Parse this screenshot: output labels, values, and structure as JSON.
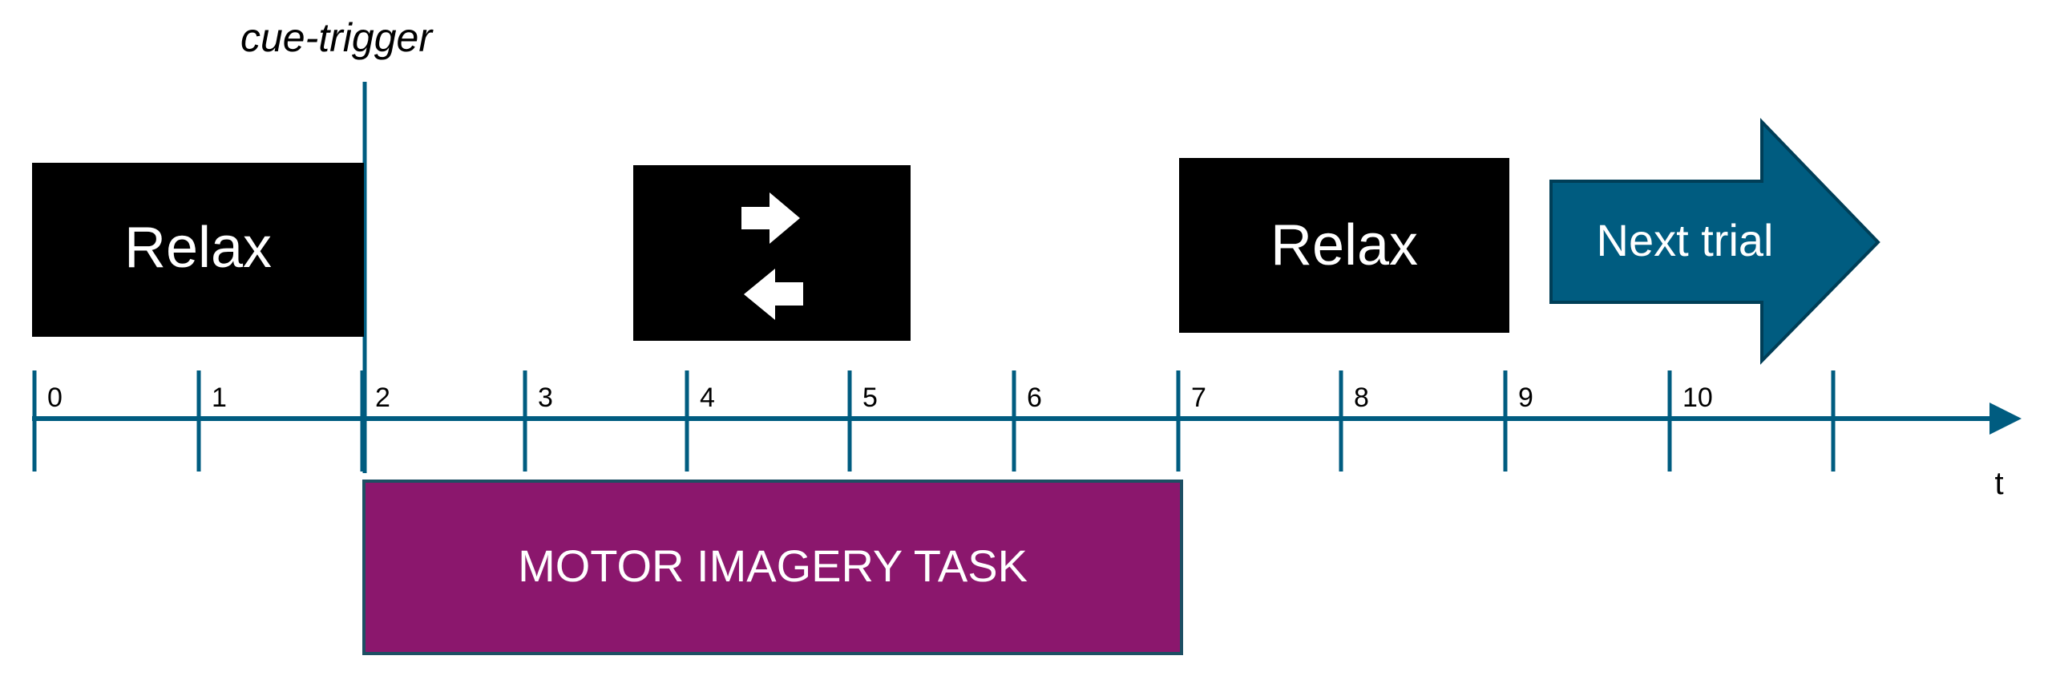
{
  "cue_label": "cue-trigger",
  "relax_before": "Relax",
  "relax_after": "Relax",
  "next_trial": "Next trial",
  "task_label": "MOTOR IMAGERY TASK",
  "axis_label": "t",
  "ticks": [
    "0",
    "1",
    "2",
    "3",
    "4",
    "5",
    "6",
    "7",
    "8",
    "9",
    "10"
  ],
  "cue_icons": [
    "arrow-right-icon",
    "arrow-left-icon"
  ],
  "colors": {
    "axis": "#005c80",
    "screen": "#000000",
    "task": "#8b176d",
    "next_arrow": "#005c80",
    "text_light": "#ffffff",
    "text_dark": "#000000"
  }
}
